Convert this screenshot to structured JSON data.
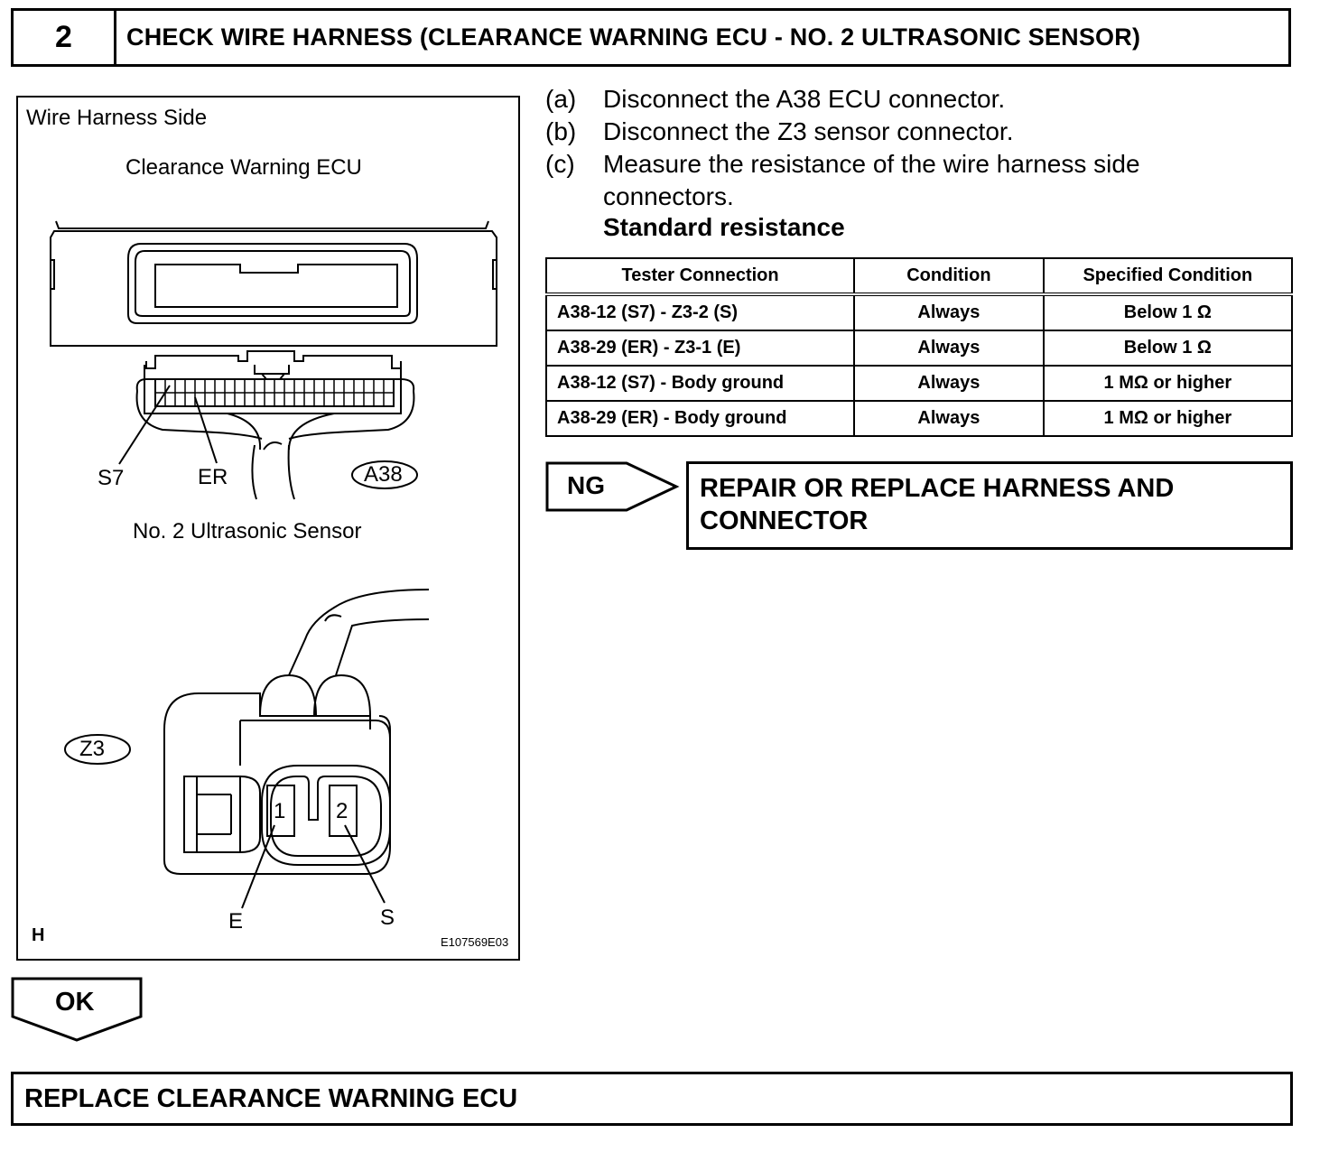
{
  "step": {
    "number": "2",
    "title": "CHECK WIRE HARNESS (CLEARANCE WARNING ECU - NO. 2 ULTRASONIC SENSOR)"
  },
  "figure": {
    "side_label": "Wire Harness Side",
    "ecu_label": "Clearance Warning ECU",
    "pin_s7": "S7",
    "pin_er": "ER",
    "connector_a": "A38",
    "sensor_label": "No. 2 Ultrasonic Sensor",
    "connector_z": "Z3",
    "terminal_1": "1",
    "terminal_2": "2",
    "pin_e": "E",
    "pin_s": "S",
    "corner_mark": "H",
    "figure_id": "E107569E03"
  },
  "instructions": [
    {
      "key": "(a)",
      "text": "Disconnect the A38 ECU connector."
    },
    {
      "key": "(b)",
      "text": "Disconnect the Z3 sensor connector."
    },
    {
      "key": "(c)",
      "text": "Measure the resistance of the wire harness side connectors."
    }
  ],
  "standard_heading": "Standard resistance",
  "table": {
    "headers": [
      "Tester Connection",
      "Condition",
      "Specified Condition"
    ],
    "rows": [
      [
        "A38-12 (S7) - Z3-2 (S)",
        "Always",
        "Below 1 Ω"
      ],
      [
        "A38-29 (ER) - Z3-1 (E)",
        "Always",
        "Below 1 Ω"
      ],
      [
        "A38-12 (S7) - Body ground",
        "Always",
        "1 MΩ or higher"
      ],
      [
        "A38-29 (ER) - Body ground",
        "Always",
        "1 MΩ or higher"
      ]
    ]
  },
  "ng": {
    "label": "NG",
    "action": "REPAIR OR REPLACE HARNESS AND CONNECTOR"
  },
  "ok": {
    "label": "OK",
    "action": "REPLACE CLEARANCE WARNING ECU"
  }
}
